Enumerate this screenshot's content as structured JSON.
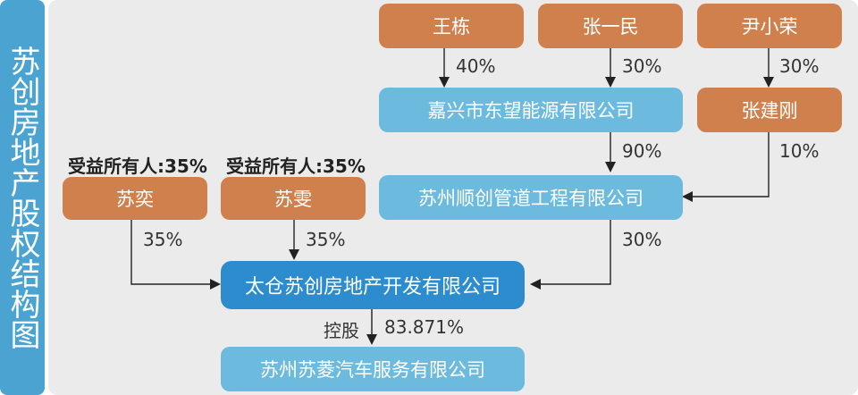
{
  "title": "苏创房地产股权结构图",
  "colors": {
    "orange": "#d0804c",
    "blue": "#6cbbdf",
    "dark_blue": "#2c8ccd",
    "side": "#4aa3d0"
  },
  "nodes": {
    "wang_dong": "王栋",
    "zhang_yimin": "张一民",
    "yin_xiaorong": "尹小荣",
    "jiaxing_dongwang": "嘉兴市东望能源有限公司",
    "zhang_jiangang": "张建刚",
    "su_yi": "苏奕",
    "su_wen": "苏雯",
    "suzhou_shunchuang": "苏州顺创管道工程有限公司",
    "taicang_suchuang": "太仓苏创房地产开发有限公司",
    "suzhou_suling": "苏州苏菱汽车服务有限公司"
  },
  "beneficial_owner_labels": [
    "受益所有人:35%",
    "受益所有人:35%"
  ],
  "edges": {
    "wang_to_jiaxing": "40%",
    "zhang_yimin_to_jiaxing": "30%",
    "yin_to_zhang_jiangang": "30%",
    "jiaxing_to_shunchuang": "90%",
    "zhang_jiangang_to_shunchuang": "10%",
    "su_yi_to_taicang": "35%",
    "su_wen_to_taicang": "35%",
    "shunchuang_to_taicang": "30%",
    "taicang_control_label": "控股",
    "taicang_to_suling": "83.871%"
  }
}
